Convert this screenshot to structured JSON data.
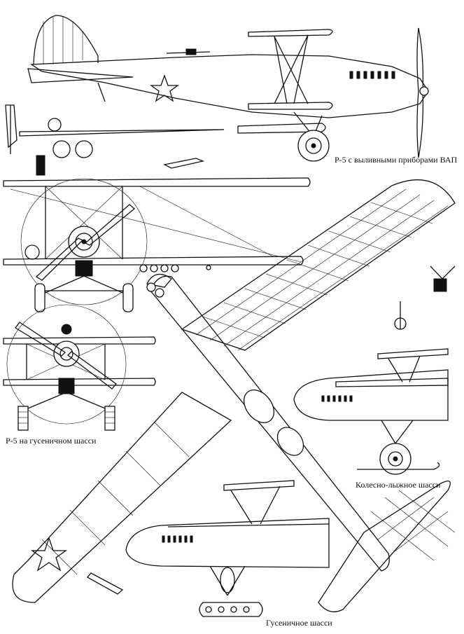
{
  "colors": {
    "ink": "#111111",
    "paper": "#ffffff"
  },
  "captions": {
    "vap": "Р-5 с выливными приборами ВАП",
    "tracked_front": "Р-5 на гусеничном шасси",
    "wheel_ski": "Колесно-лыжное шасси",
    "tracked_side": "Гусеничное шасси"
  },
  "views": [
    {
      "name": "side-view-vap",
      "icon": "biplane-side-icon"
    },
    {
      "name": "front-view-vap",
      "icon": "biplane-front-icon"
    },
    {
      "name": "front-view-tracked",
      "icon": "biplane-front-icon"
    },
    {
      "name": "top-view",
      "icon": "biplane-top-icon"
    },
    {
      "name": "side-view-ski",
      "icon": "biplane-side-icon"
    },
    {
      "name": "side-view-tracked",
      "icon": "biplane-side-icon"
    }
  ]
}
